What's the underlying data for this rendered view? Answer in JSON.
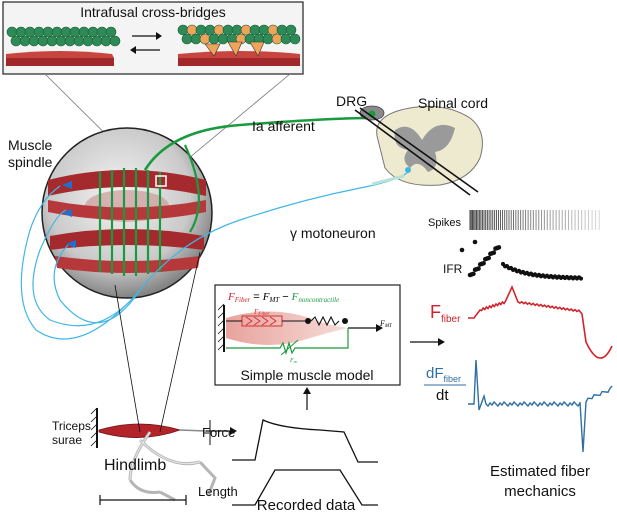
{
  "inset": {
    "title": "Intrafusal cross-bridges"
  },
  "labels": {
    "drg": "DRG",
    "spinal_cord": "Spinal cord",
    "ia_afferent": "Ia afferent",
    "muscle_spindle_line1": "Muscle",
    "muscle_spindle_line2": "spindle",
    "gamma_motoneuron": "γ motoneuron",
    "spikes": "Spikes",
    "ifr": "IFR",
    "triceps_line1": "Triceps",
    "triceps_line2": "surae",
    "hindlimb": "Hindlimb",
    "force": "Force",
    "length": "Length",
    "recorded_data": "Recorded data",
    "estimated_line1": "Estimated fiber",
    "estimated_line2": "mechanics"
  },
  "model": {
    "caption": "Simple muscle model",
    "eq_f_fiber": "F",
    "eq_f_fiber_sub": "Fiber",
    "eq_equals": "=",
    "eq_f_mt": "F",
    "eq_f_mt_sub": "MT",
    "eq_minus": "−",
    "eq_f_nc": "F",
    "eq_f_nc_sub": "noncontractile",
    "elem_fiber": "F",
    "elem_fiber_sub": "Fiber",
    "elem_nc": "F",
    "elem_nc_sub": "nc",
    "arrow_label": "F",
    "arrow_label_sub": "MT"
  },
  "traces": {
    "f_fiber_label": "F",
    "f_fiber_sub": "fiber",
    "df_label": "dF",
    "df_sub": "fiber",
    "dt_label": "dt"
  },
  "colors": {
    "afferent_green": "#1a9a3e",
    "motoneuron_blue": "#41b6e6",
    "muscle_red": "#b3232a",
    "f_fiber_red": "#d2232a",
    "df_blue": "#2f6fa3",
    "noncontractile_green": "#1a9a3e"
  }
}
